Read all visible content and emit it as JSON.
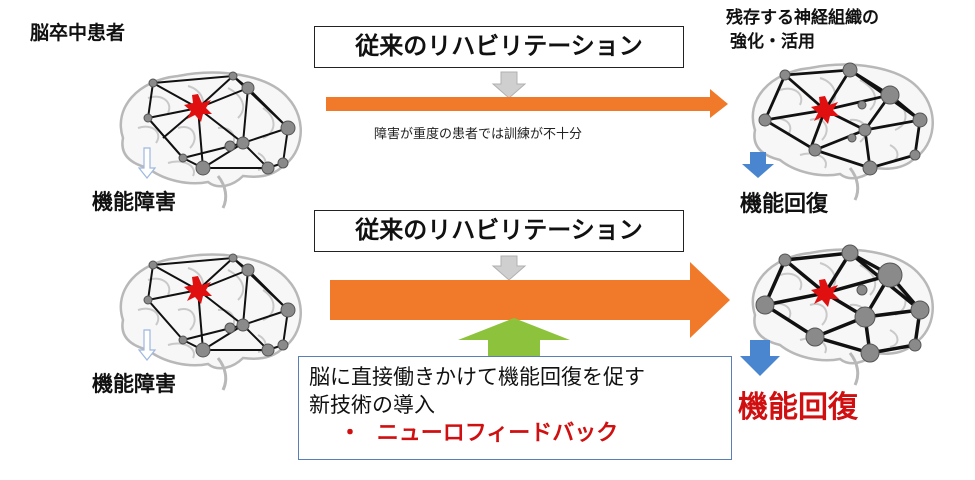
{
  "top_left_title": "脳卒中患者",
  "top_right_title": [
    "残存する神経組織の",
    "強化・活用"
  ],
  "rows": [
    {
      "box_label": "従来のリハビリテーション",
      "arrow_caption": "障害が重度の患者では訓練が不十分",
      "impairment_label": "機能障害",
      "recovery_label": "機能回復"
    },
    {
      "box_label": "従来のリハビリテーション",
      "impairment_label": "機能障害",
      "recovery_label": "機能回復"
    }
  ],
  "new_tech": {
    "line1": "脳に直接働きかけて機能回復を促す",
    "line2": "新技術の導入",
    "bullet_mark": "・",
    "bullet_text": "ニューロフィードバック"
  },
  "colors": {
    "orange_arrow": "#f07a2a",
    "green_arrow": "#8dc33c",
    "blue_arrow": "#4a86d0",
    "lesion": "#e01010",
    "emphasis_red": "#d01010",
    "gray_arrow": "#c8c8c8"
  },
  "icons": [
    "brain-network-icon",
    "lesion-star-icon",
    "down-arrow-icon"
  ]
}
